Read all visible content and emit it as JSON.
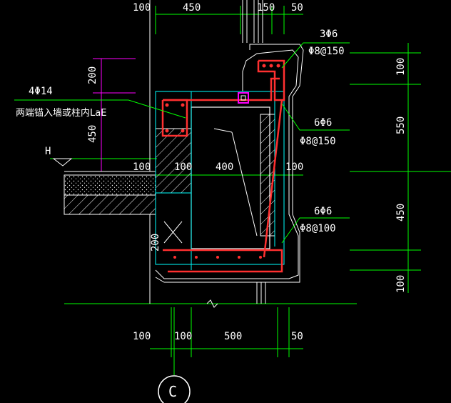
{
  "dimensions": {
    "top": [
      "100",
      "450",
      "150",
      "50"
    ],
    "bottom": [
      "100",
      "100",
      "500",
      "50"
    ],
    "left_vertical": [
      "200",
      "450"
    ],
    "right_vertical": [
      "100",
      "550",
      "450",
      "100"
    ],
    "inner": [
      "100",
      "100",
      "400",
      "100"
    ],
    "bottom_detail": "200"
  },
  "annotations": {
    "top_rebar_main": "3Φ6",
    "top_rebar_stirrup": "Φ8@150",
    "left_rebar": "4Φ14",
    "left_note": "两端锚入墙或柱内LaE",
    "mid_rebar_main": "6Φ6",
    "mid_rebar_stirrup": "Φ8@150",
    "low_rebar_main": "6Φ6",
    "low_rebar_stirrup": "Φ8@100",
    "level_mark": "H",
    "axis_label": "C"
  },
  "colors": {
    "background": "#000000",
    "line_green": "#00ff00",
    "line_cyan": "#00ffff",
    "line_white": "#ffffff",
    "line_red": "#ff3030",
    "line_magenta": "#ff00ff",
    "line_yellow": "#ffff00"
  }
}
